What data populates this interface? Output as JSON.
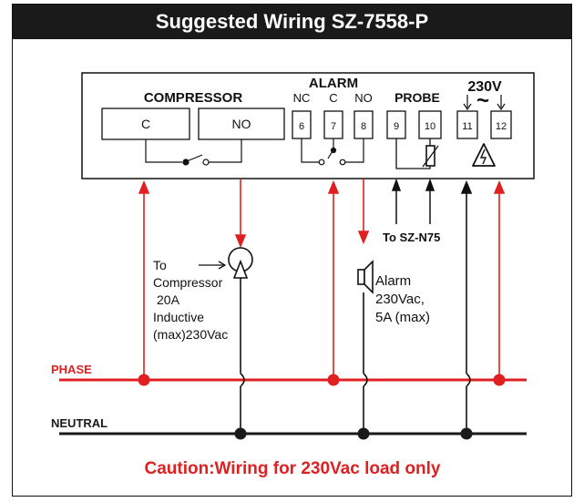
{
  "title": "Suggested Wiring SZ-7558-P",
  "labels": {
    "compressor": "COMPRESSOR",
    "alarm": "ALARM",
    "probe": "PROBE",
    "voltage": "230V",
    "tilde": "~",
    "nc": "NC",
    "c": "C",
    "no": "NO",
    "comp_c": "C",
    "comp_no": "NO",
    "t6": "6",
    "t7": "7",
    "t8": "8",
    "t9": "9",
    "t10": "10",
    "t11": "11",
    "t12": "12",
    "probe_target": "To SZ-N75",
    "phase": "PHASE",
    "neutral": "NEUTRAL",
    "caution": "Caution:Wiring for 230Vac load only"
  },
  "compressor_note": [
    "To",
    "Compressor",
    "20A",
    "Inductive",
    "(max)230Vac"
  ],
  "alarm_note": [
    "Alarm",
    "230Vac,",
    "5A (max)"
  ],
  "colors": {
    "phase": "#e02020",
    "neutral": "#1a1a1a",
    "caution": "#e02020"
  }
}
